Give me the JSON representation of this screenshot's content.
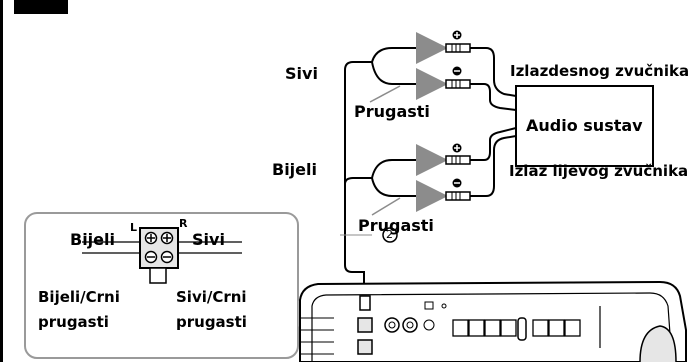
{
  "wires": {
    "gray_label": "Sivi",
    "white_label": "Bijeli",
    "striped_top_label": "Prugasti",
    "striped_bottom_label": "Prugasti"
  },
  "outputs": {
    "right_output_label": "Izlazdesnog zvučnika",
    "left_output_label": "Izlaz lijevog zvučnika",
    "audio_system_label": "Audio sustav"
  },
  "step_marker": "2",
  "inset": {
    "white_label": "Bijeli",
    "gray_label": "Sivi",
    "left_channel_letter": "L",
    "right_channel_letter": "R",
    "white_black_stripe_label_line1": "Bijeli/Crni",
    "white_black_stripe_label_line2": "prugasti",
    "gray_black_stripe_label_line1": "Sivi/Crni",
    "gray_black_stripe_label_line2": "prugasti"
  },
  "colors": {
    "ink": "#000000",
    "wire_gray": "#8c8c8c",
    "panel_gray": "#9a9a9a",
    "light_fill": "#e6e6e6"
  }
}
